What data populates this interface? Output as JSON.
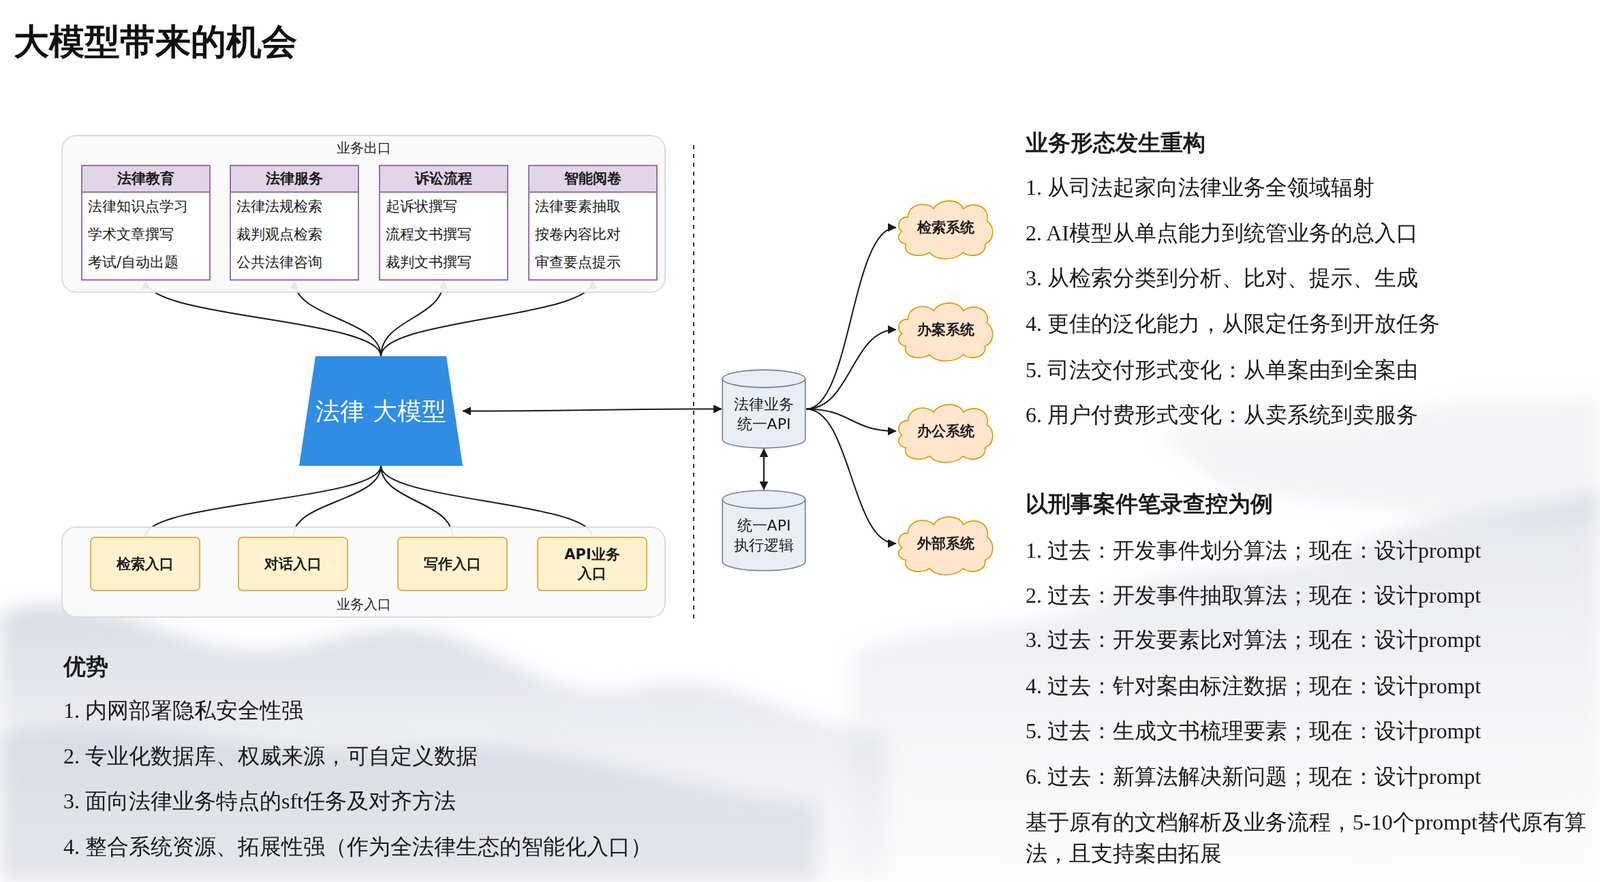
{
  "diagram": {
    "title": "大模型带来的机会",
    "nodes": [
      {
        "text": [
          "业务出口"
        ]
      },
      {
        "text": [
          "法律教育",
          "法律知识点学习",
          "学术文章撰写",
          "考试/自动出题"
        ],
        "in": 0
      },
      {
        "text": [
          "法律服务",
          "法律法规检索",
          "裁判观点检索",
          "公共法律咨询"
        ],
        "in": 0
      },
      {
        "text": [
          "诉讼流程",
          "起诉状撰写",
          "流程文书撰写",
          "裁判文书撰写"
        ],
        "in": 0
      },
      {
        "text": [
          "智能阅卷",
          "法律要素抽取",
          "按卷内容比对",
          "审查要点提示"
        ],
        "in": 0
      },
      {
        "text": [
          "法律 大模型"
        ]
      },
      {
        "text": [
          "业务入口"
        ]
      },
      {
        "text": [
          "检索入口"
        ],
        "in": 6
      },
      {
        "text": [
          "对话入口"
        ],
        "in": 6
      },
      {
        "text": [
          "写作入口"
        ],
        "in": 6
      },
      {
        "text": [
          "API业务 入口"
        ],
        "in": 6
      },
      {
        "text": [
          "法律业务 统一API"
        ]
      },
      {
        "text": [
          "统一API 执行逻辑"
        ]
      },
      {
        "text": [
          "检索系统"
        ]
      },
      {
        "text": [
          "办案系统"
        ]
      },
      {
        "text": [
          "办公系统"
        ]
      },
      {
        "text": [
          "外部系统"
        ]
      }
    ],
    "edges": [
      {
        "from": 5,
        "to": 1,
        "arrow": "to"
      },
      {
        "from": 5,
        "to": 2,
        "arrow": "to"
      },
      {
        "from": 5,
        "to": 3,
        "arrow": "to"
      },
      {
        "from": 5,
        "to": 4,
        "arrow": "to"
      },
      {
        "from": 7,
        "to": 5,
        "arrow": "none"
      },
      {
        "from": 8,
        "to": 5,
        "arrow": "none"
      },
      {
        "from": 9,
        "to": 5,
        "arrow": "none"
      },
      {
        "from": 10,
        "to": 5,
        "arrow": "none"
      },
      {
        "from": 5,
        "to": 11,
        "arrow": "both"
      },
      {
        "from": 11,
        "to": 12,
        "arrow": "both"
      },
      {
        "from": 11,
        "to": 13,
        "arrow": "to"
      },
      {
        "from": 11,
        "to": 14,
        "arrow": "to"
      },
      {
        "from": 11,
        "to": 15,
        "arrow": "to"
      },
      {
        "from": 11,
        "to": 16,
        "arrow": "to"
      }
    ],
    "labels": [
      "业务形态发生重构",
      "1. 从司法起家向法律业务全领域辐射",
      "2. AI模型从单点能力到统管业务的总入口",
      "3. 从检索分类到分析、比对、提示、生成",
      "4. 更佳的泛化能力，从限定任务到开放任务",
      "5. 司法交付形式变化：从单案由到全案由",
      "6. 用户付费形式变化：从卖系统到卖服务",
      "以刑事案件笔录查控为例",
      "1. 过去：开发事件划分算法；现在：设计prompt",
      "2. 过去：开发事件抽取算法；现在：设计prompt",
      "3. 过去：开发要素比对算法；现在：设计prompt",
      "4. 过去：针对案由标注数据；现在：设计prompt",
      "5. 过去：生成文书梳理要素；现在：设计prompt",
      "6. 过去：新算法解决新问题；现在：设计prompt",
      "基于原有的文档解析及业务流程，5-10个prompt替代原有算法，且支持案由拓展",
      "优势",
      "1. 内网部署隐私安全性强",
      "2. 专业化数据库、权威来源，可自定义数据",
      "3. 面向法律业务特点的sft任务及对齐方法",
      "4. 整合系统资源、拓展性强（作为全法律生态的智能化入口）"
    ]
  }
}
